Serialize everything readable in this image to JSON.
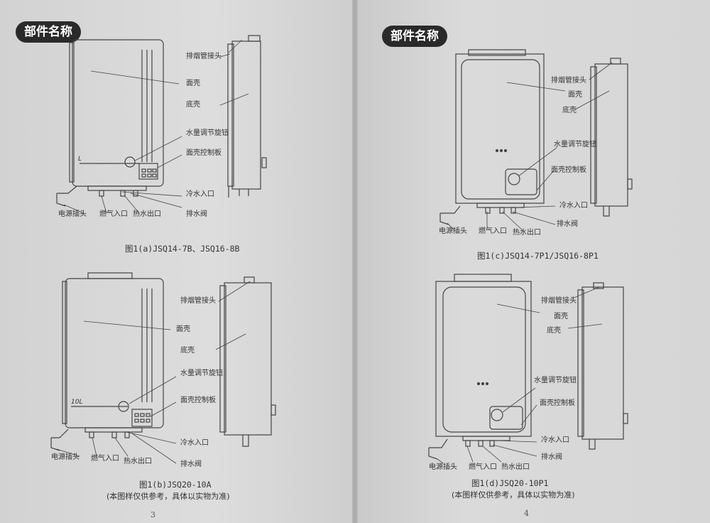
{
  "left_page": {
    "section_title": "部件名称",
    "page_number": "3",
    "fig_a": {
      "caption": "图1(a)JSQ14-7B、JSQ16-8B",
      "panel_text": "L",
      "labels": {
        "flue": "排烟管接头",
        "face": "面壳",
        "base": "底壳",
        "knob": "水量调节旋钮",
        "control": "面壳控制板",
        "cold_in": "冷水入口",
        "plug": "电源插头",
        "gas_in": "燃气入口",
        "hot_out": "热水出口",
        "drain": "排水阀"
      }
    },
    "fig_b": {
      "caption": "图1(b)JSQ20-10A",
      "note": "(本图样仅供参考，具体以实物为准)",
      "panel_text": "10L",
      "labels": {
        "flue": "排烟管接头",
        "face": "面壳",
        "base": "底壳",
        "knob": "水量调节旋钮",
        "control": "面壳控制板",
        "cold_in": "冷水入口",
        "plug": "电源插头",
        "gas_in": "燃气入口",
        "hot_out": "热水出口",
        "drain": "排水阀"
      }
    }
  },
  "right_page": {
    "section_title": "部件名称",
    "page_number": "4",
    "fig_c": {
      "caption": "图1(c)JSQ14-7P1/JSQ16-8P1",
      "labels": {
        "flue": "排烟管接头",
        "face": "面壳",
        "base": "底壳",
        "knob": "水量调节旋钮",
        "control": "面壳控制板",
        "cold_in": "冷水入口",
        "drain": "排水阀",
        "plug": "电源插头",
        "gas_in": "燃气入口",
        "hot_out": "热水出口"
      }
    },
    "fig_d": {
      "caption": "图1(d)JSQ20-10P1",
      "note": "(本图样仅供参考，具体以实物为准)",
      "labels": {
        "flue": "排烟管接头",
        "face": "面壳",
        "base": "底壳",
        "knob": "水量调节旋钮",
        "control": "面壳控制板",
        "cold_in": "冷水入口",
        "drain": "排水阀",
        "plug": "电源插头",
        "gas_in": "燃气入口",
        "hot_out": "热水出口"
      }
    }
  }
}
